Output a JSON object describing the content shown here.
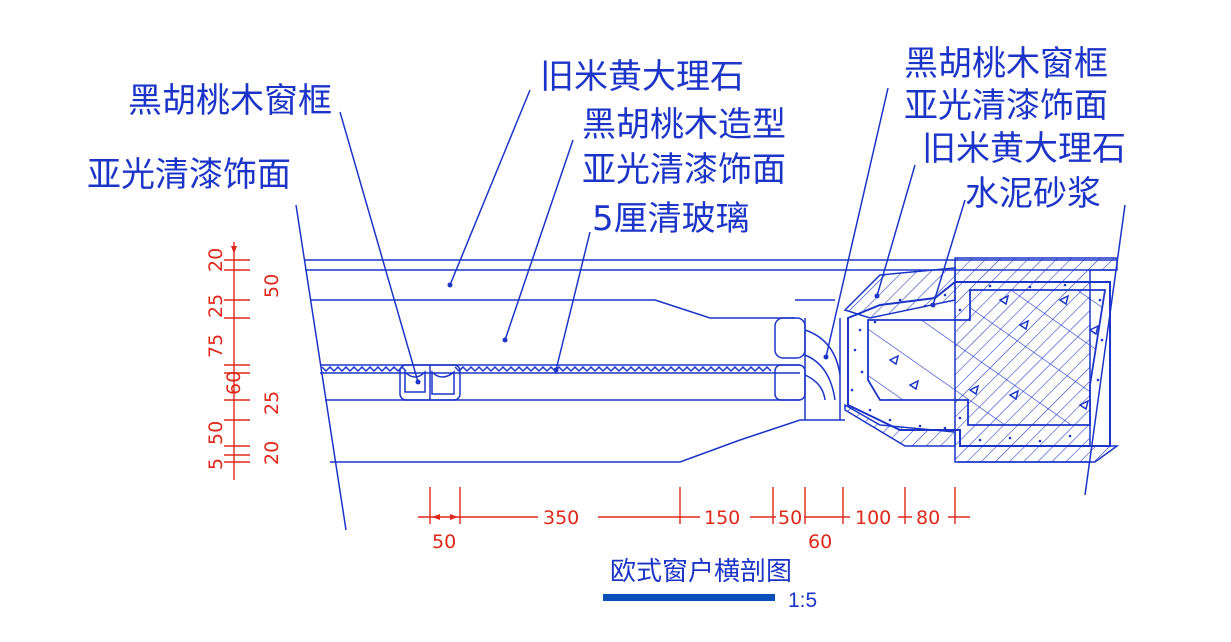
{
  "colors": {
    "line": "#1c35c8",
    "dimension": "#e0281a",
    "background": "#ffffff"
  },
  "labels": {
    "left_frame_1": "黑胡桃木窗框",
    "left_frame_2": "亚光清漆饰面",
    "marble_top": "旧米黄大理石",
    "walnut_1": "黑胡桃木造型",
    "walnut_2": "亚光清漆饰面",
    "glass": "5厘清玻璃",
    "right_frame_1": "黑胡桃木窗框",
    "right_frame_2": "亚光清漆饰面",
    "right_marble": "旧米黄大理石",
    "mortar": "水泥砂浆"
  },
  "vertical_dims": {
    "d20a": "20",
    "d50a": "50",
    "d25a": "25",
    "d75": "75",
    "d60a": "60",
    "d25b": "25",
    "d50b": "50",
    "d5": "5",
    "d20b": "20"
  },
  "horizontal_dims": {
    "d50": "50",
    "d350": "350",
    "d150": "150",
    "d50b": "50",
    "d60": "60",
    "d100": "100",
    "d80": "80"
  },
  "title": {
    "text": "欧式窗户横剖图",
    "scale": "1:5"
  }
}
